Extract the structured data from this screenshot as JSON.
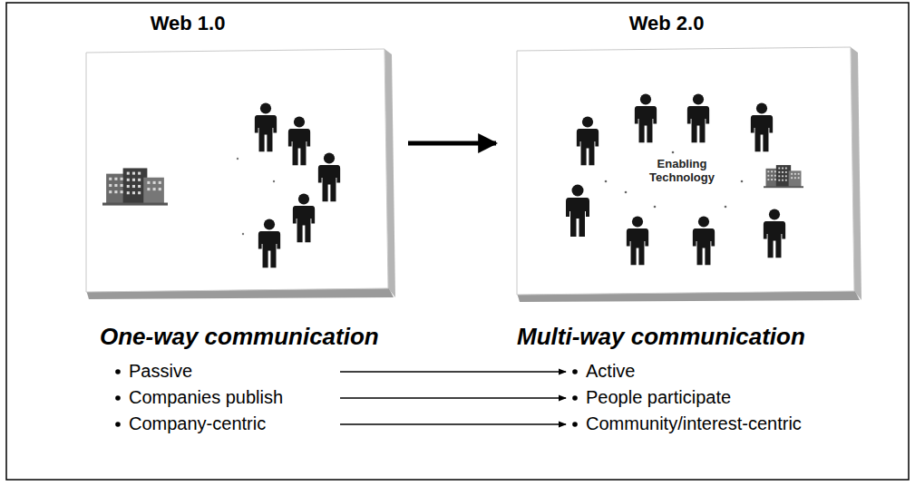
{
  "diagram": {
    "nodes": [
      {
        "text": [
          "Web 1.0",
          "One-way communication"
        ]
      },
      {
        "text": [
          "Web 2.0",
          "Enabling Technology",
          "Multi-way communication"
        ]
      }
    ],
    "edges": [
      {
        "from": 0,
        "to": 1,
        "arrow": "to"
      }
    ],
    "labels": [
      "Passive",
      "Active",
      "Companies publish",
      "People participate",
      "Company-centric",
      "Community/interest-centric"
    ]
  }
}
